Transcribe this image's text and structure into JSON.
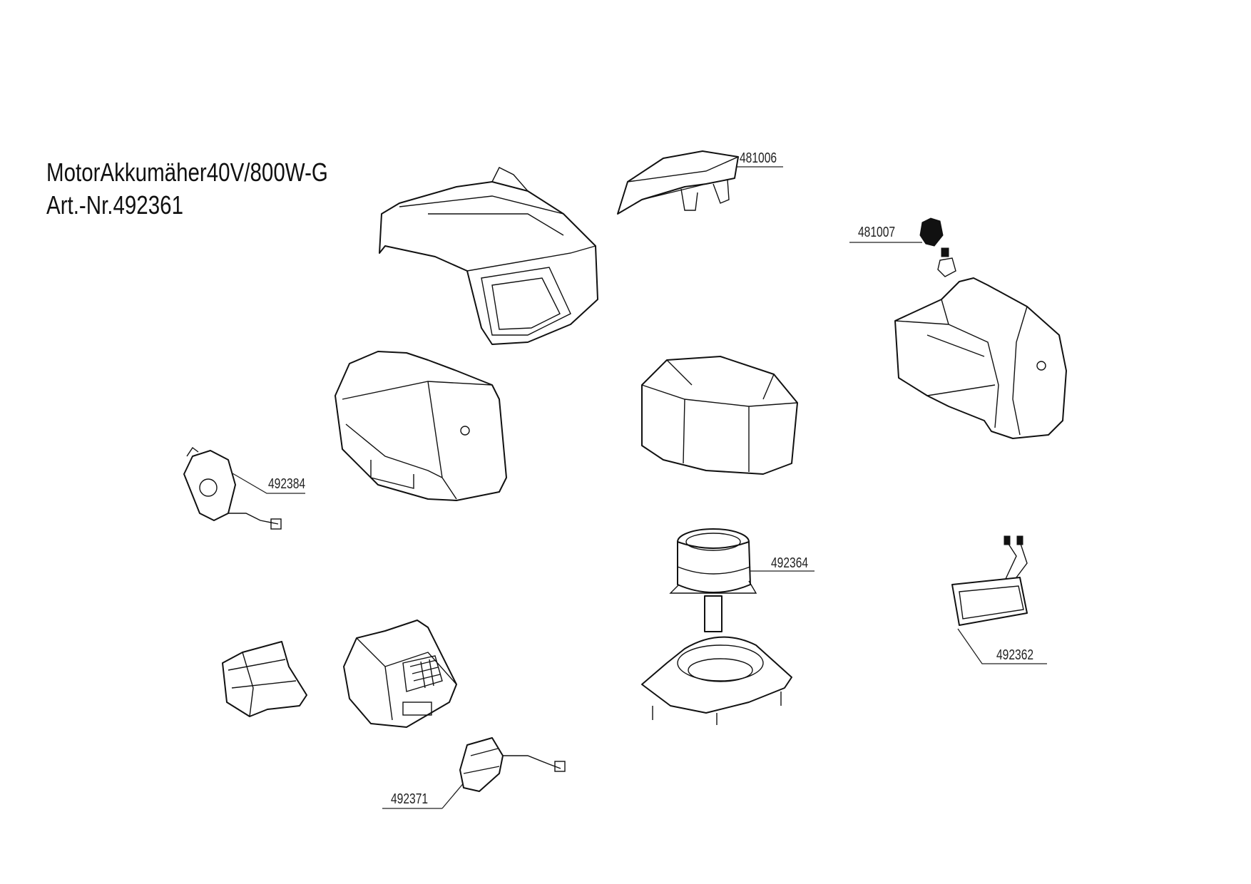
{
  "title": {
    "line1": "MotorAkkumäher40V/800W-G",
    "line2": "Art.-Nr.492361"
  },
  "parts": {
    "handle": "481006",
    "knob": "481007",
    "switch_left": "492384",
    "motor": "492364",
    "pcb": "492362",
    "switch_bottom": "492371"
  }
}
